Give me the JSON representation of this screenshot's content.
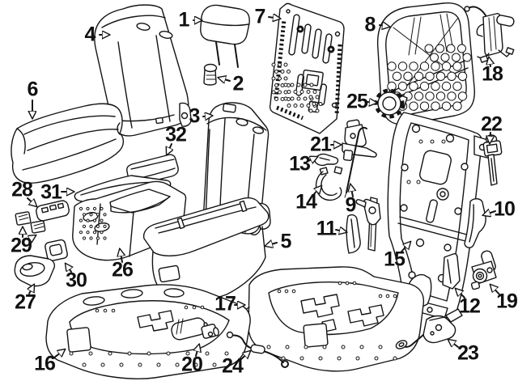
{
  "diagram": {
    "background_color": "#ffffff",
    "line_color": "#141414",
    "label_color": "#111111",
    "callouts": [
      {
        "number": "1"
      },
      {
        "number": "2"
      },
      {
        "number": "3"
      },
      {
        "number": "4"
      },
      {
        "number": "5"
      },
      {
        "number": "6"
      },
      {
        "number": "7"
      },
      {
        "number": "8"
      },
      {
        "number": "9"
      },
      {
        "number": "10"
      },
      {
        "number": "11"
      },
      {
        "number": "12"
      },
      {
        "number": "13"
      },
      {
        "number": "14"
      },
      {
        "number": "15"
      },
      {
        "number": "16"
      },
      {
        "number": "17"
      },
      {
        "number": "18"
      },
      {
        "number": "19"
      },
      {
        "number": "20"
      },
      {
        "number": "21"
      },
      {
        "number": "22"
      },
      {
        "number": "23"
      },
      {
        "number": "24"
      },
      {
        "number": "25"
      },
      {
        "number": "26"
      },
      {
        "number": "27"
      },
      {
        "number": "28"
      },
      {
        "number": "29"
      },
      {
        "number": "30"
      },
      {
        "number": "31"
      },
      {
        "number": "32"
      }
    ]
  }
}
